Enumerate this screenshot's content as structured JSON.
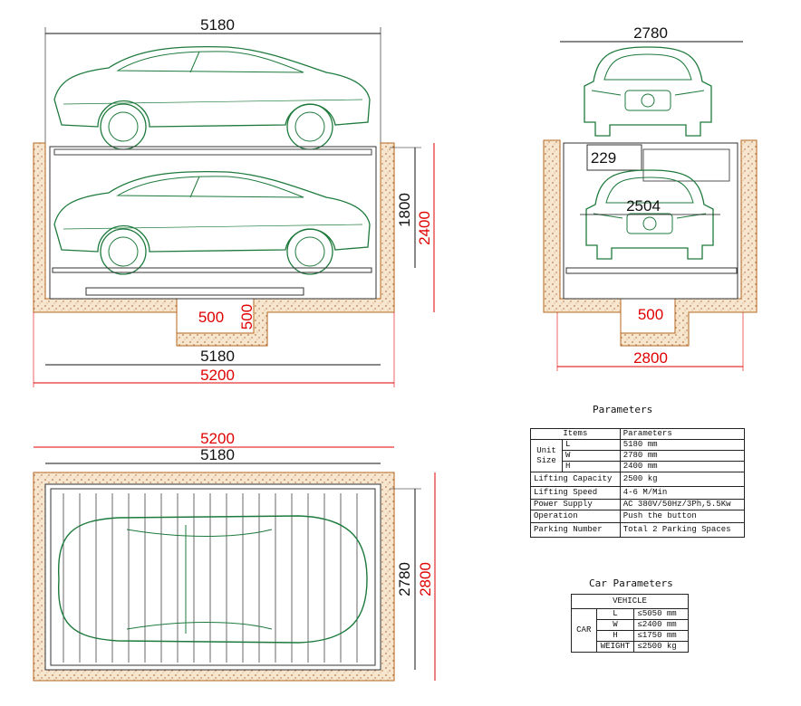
{
  "views": {
    "side": {
      "top_length": "5180",
      "inner_height": "1800",
      "pit_depth": "2400",
      "sump_width": "500",
      "sump_depth": "500",
      "bottom_length": "5180",
      "pit_length": "5200"
    },
    "front": {
      "top_width": "2780",
      "offset": "229",
      "inner_width": "2504",
      "sump_width": "500",
      "pit_width": "2800"
    },
    "plan": {
      "pit_length": "5200",
      "length": "5180",
      "width": "2780",
      "pit_width": "2800"
    }
  },
  "parameters": {
    "title": "Parameters",
    "header": [
      "Items",
      "Parameters"
    ],
    "unit_size_label": "Unit Size",
    "unit_size": [
      {
        "axis": "L",
        "value": "5180 mm"
      },
      {
        "axis": "W",
        "value": "2780 mm"
      },
      {
        "axis": "H",
        "value": "2400 mm"
      }
    ],
    "rows": [
      {
        "item": "Lifting Capacity",
        "value": "2500 kg"
      },
      {
        "item": "Lifting Speed",
        "value": "4-6 M/Min"
      },
      {
        "item": "Power Supply",
        "value": "AC 380V/50Hz/3Ph,5.5Kw"
      },
      {
        "item": "Operation",
        "value": "Push the button"
      },
      {
        "item": "Parking Number",
        "value": "Total 2 Parking Spaces"
      }
    ]
  },
  "car_parameters": {
    "title": "Car Parameters",
    "header": "VEHICLE",
    "group": "CAR",
    "rows": [
      {
        "axis": "L",
        "value": "≤5050 mm"
      },
      {
        "axis": "W",
        "value": "≤2400 mm"
      },
      {
        "axis": "H",
        "value": "≤1750 mm"
      },
      {
        "axis": "WEIGHT",
        "value": "≤2500 kg"
      }
    ]
  },
  "colors": {
    "car": "#1e7a3c",
    "dimension_red": "#e00000",
    "soil": "#c07a3a"
  }
}
